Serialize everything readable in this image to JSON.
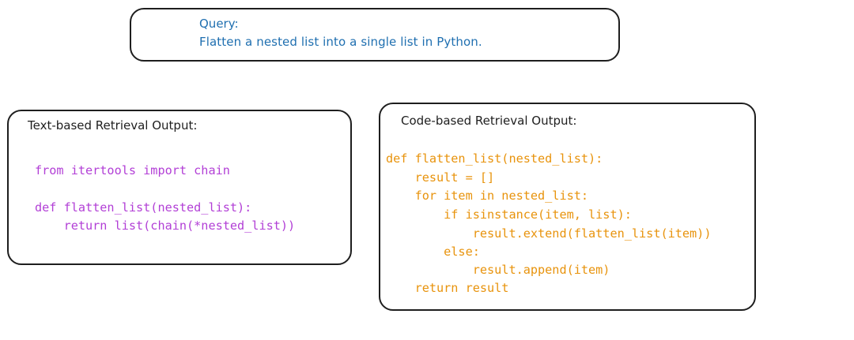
{
  "query": {
    "label": "Query:",
    "text": "Flatten a nested list into a single list in Python."
  },
  "text_panel": {
    "title": "Text-based Retrieval Output:",
    "code_lines": [
      "from itertools import chain",
      "def flatten_list(nested_list):",
      "    return list(chain(*nested_list))"
    ],
    "code_color": "#b23fd6"
  },
  "code_panel": {
    "title": "Code-based Retrieval Output:",
    "code_lines": [
      "def flatten_list(nested_list):",
      "    result = []",
      "    for item in nested_list:",
      "        if isinstance(item, list):",
      "            result.extend(flatten_list(item))",
      "        else:",
      "            result.append(item)",
      "    return result"
    ],
    "code_color": "#e8930c"
  },
  "colors": {
    "query_text": "#1f6fb0",
    "border": "#1e1e1e",
    "title_text": "#1e1e1e"
  }
}
